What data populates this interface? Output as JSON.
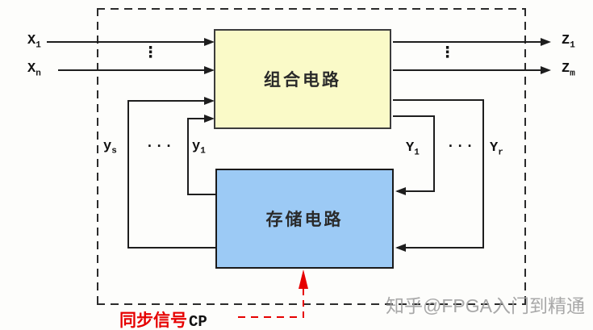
{
  "blocks": {
    "combinational": {
      "label": "组合电路"
    },
    "storage": {
      "label": "存储电路"
    }
  },
  "signals": {
    "x1": {
      "base": "X",
      "sub": "1"
    },
    "xn": {
      "base": "X",
      "sub": "n"
    },
    "z1": {
      "base": "Z",
      "sub": "1"
    },
    "zm": {
      "base": "Z",
      "sub": "m"
    },
    "ys": {
      "base": "y",
      "sub": "s"
    },
    "y1": {
      "base": "y",
      "sub": "1"
    },
    "Y1": {
      "base": "Y",
      "sub": "1"
    },
    "Yr": {
      "base": "Y",
      "sub": "r"
    }
  },
  "ellipsis": {
    "horizontal": "···",
    "vertical": "⋮"
  },
  "clock": {
    "label_cn": "同步信号",
    "label_en": "CP"
  },
  "watermark": {
    "text": "知乎@FPGA入门到精通"
  },
  "colors": {
    "combinational_fill": "#fafac8",
    "storage_fill": "#9ccaf5",
    "wire": "#1e1e1e",
    "clock_red": "#e60000",
    "watermark_gray": "#9e9e9e"
  }
}
